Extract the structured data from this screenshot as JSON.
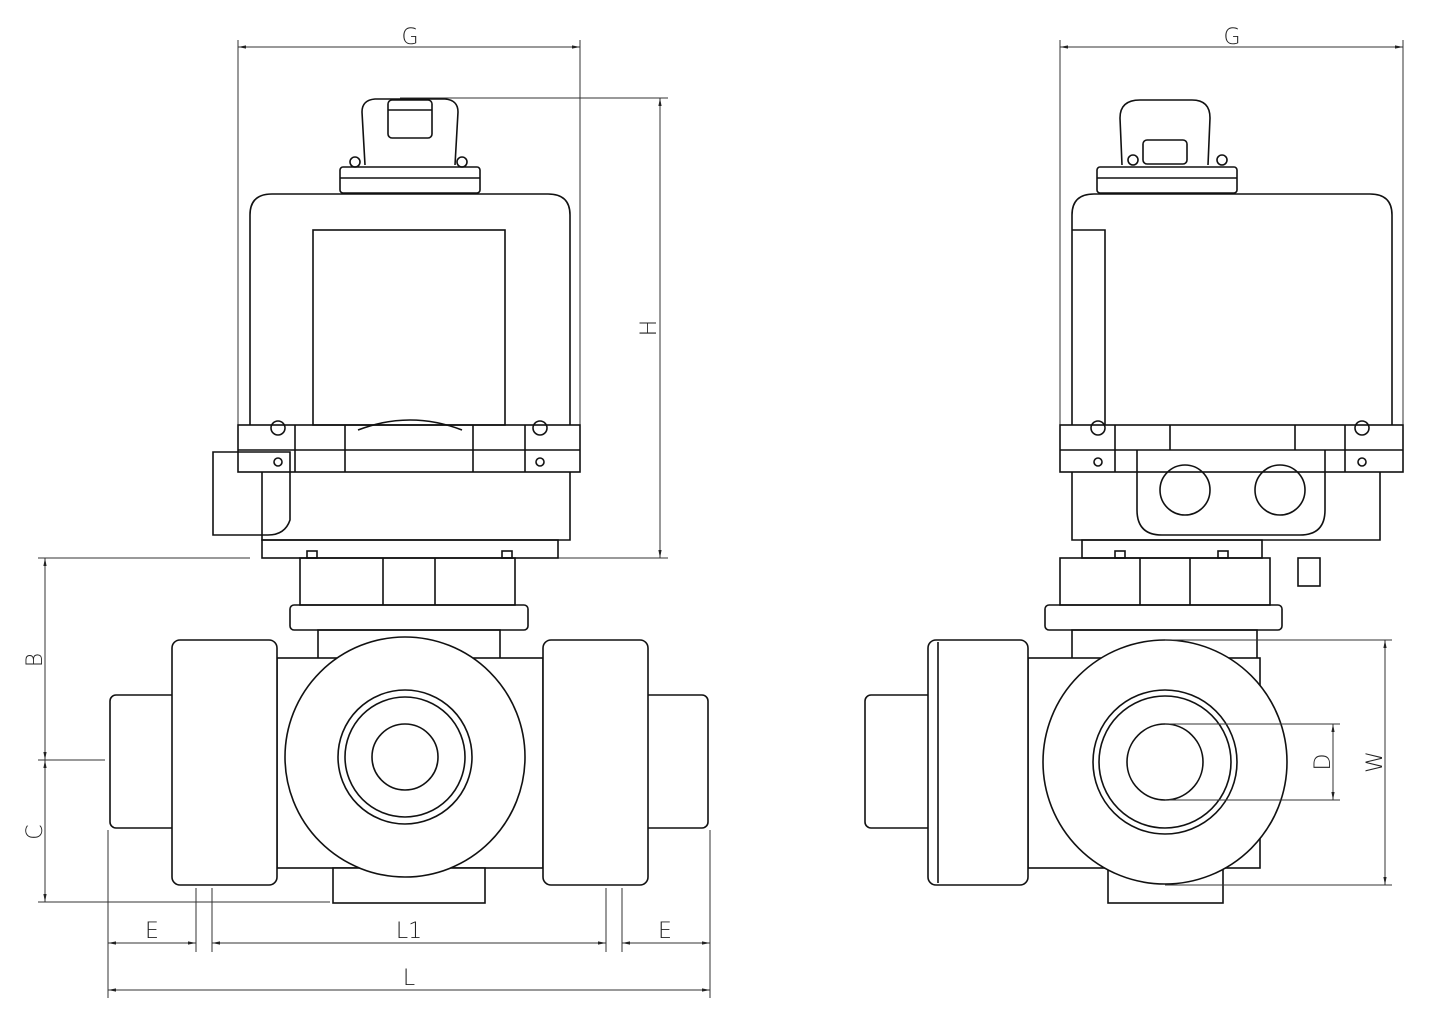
{
  "drawing": {
    "front_view": {
      "labels": {
        "G": "G",
        "H": "H",
        "B": "B",
        "C": "C",
        "E_left": "E",
        "L1": "L1",
        "E_right": "E",
        "L": "L"
      }
    },
    "side_view": {
      "labels": {
        "G": "G",
        "D": "D",
        "W": "W"
      }
    },
    "line_color": "#111111"
  }
}
